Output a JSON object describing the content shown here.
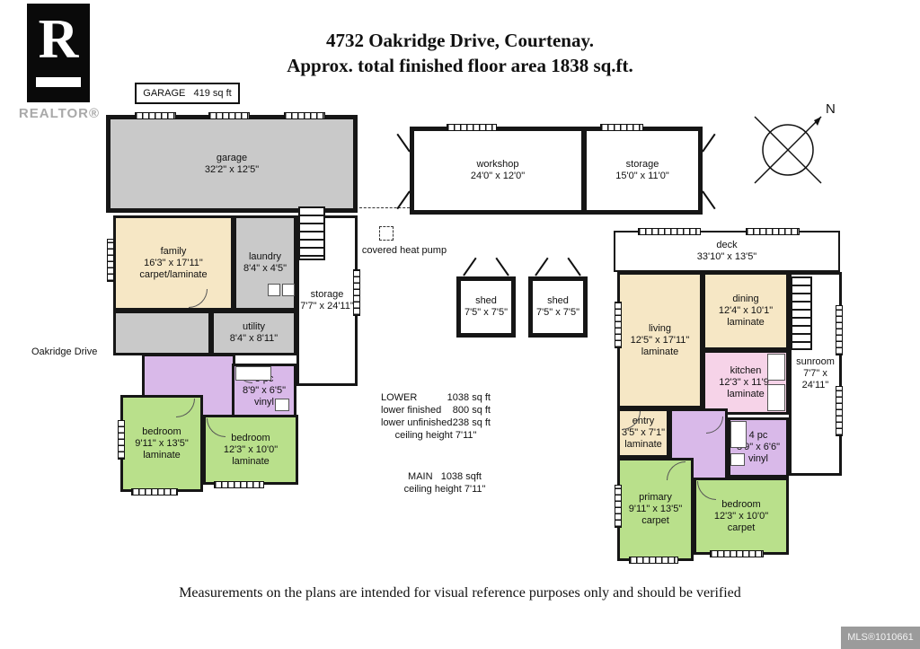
{
  "header": {
    "title_line1": "4732 Oakridge Drive, Courtenay.",
    "title_line2": "Approx. total finished floor area 1838 sq.ft.",
    "garage_badge": "GARAGE   419 sq ft",
    "logo_letter": "R",
    "logo_word": "REALTOR®",
    "compass_n": "N"
  },
  "labels": {
    "street": "Oakridge Drive",
    "heat_pump": "covered heat pump"
  },
  "lower_floor": {
    "garage": {
      "name": "garage",
      "dims": "32'2\" x 12'5\""
    },
    "family": {
      "name": "family",
      "dims": "16'3\" x 17'11\"",
      "floor": "carpet/laminate"
    },
    "laundry": {
      "name": "laundry",
      "dims": "8'4\" x 4'5\""
    },
    "storage": {
      "name": "storage",
      "dims": "7'7\" x 24'11\""
    },
    "utility": {
      "name": "utility",
      "dims": "8'4\" x 8'11\""
    },
    "bath_3pc": {
      "name": "3 pc",
      "dims": "8'9\" x 6'5\"",
      "floor": "vinyl"
    },
    "bedroom_a": {
      "name": "bedroom",
      "dims": "9'11\" x 13'5\"",
      "floor": "laminate"
    },
    "bedroom_b": {
      "name": "bedroom",
      "dims": "12'3\" x 10'0\"",
      "floor": "laminate"
    }
  },
  "outbuildings": {
    "workshop": {
      "name": "workshop",
      "dims": "24'0\" x 12'0\""
    },
    "storage": {
      "name": "storage",
      "dims": "15'0\" x 11'0\""
    },
    "shed_a": {
      "name": "shed",
      "dims": "7'5\" x 7'5\""
    },
    "shed_b": {
      "name": "shed",
      "dims": "7'5\" x 7'5\""
    }
  },
  "main_floor": {
    "deck": {
      "name": "deck",
      "dims": "33'10\" x 13'5\""
    },
    "living": {
      "name": "living",
      "dims": "12'5\" x 17'11\"",
      "floor": "laminate"
    },
    "dining": {
      "name": "dining",
      "dims": "12'4\" x 10'1\"",
      "floor": "laminate"
    },
    "kitchen": {
      "name": "kitchen",
      "dims": "12'3\" x 11'9\"",
      "floor": "laminate"
    },
    "sunroom": {
      "name": "sunroom",
      "dims": "7'7\" x 24'11\""
    },
    "entry": {
      "name": "entry",
      "dims": "3'5\" x 7'1\"",
      "floor": "laminate"
    },
    "bath_4pc": {
      "name": "4 pc",
      "dims": "8'9\" x 6'6\"",
      "floor": "vinyl"
    },
    "primary": {
      "name": "primary",
      "dims": "9'11\" x 13'5\"",
      "floor": "carpet"
    },
    "bedroom": {
      "name": "bedroom",
      "dims": "12'3\" x 10'0\"",
      "floor": "carpet"
    }
  },
  "area_summary": {
    "lower_rows": [
      {
        "label": "LOWER",
        "value": "1038 sq ft"
      },
      {
        "label": "lower finished",
        "value": "800 sq ft"
      },
      {
        "label": "lower unfinished",
        "value": "238 sq ft"
      }
    ],
    "lower_ceiling": "ceiling height 7'11\"",
    "main_title": "MAIN   1038 sqft",
    "main_ceiling": "ceiling height 7'11\""
  },
  "footer": {
    "disclaimer": "Measurements on the plans are intended for visual reference purposes only and should be verified",
    "mls": "MLS®1010661"
  },
  "colors": {
    "wall": "#161616",
    "garage_fill": "#c9c9c9",
    "living_fill": "#f6e7c5",
    "bedroom_fill": "#b9e08b",
    "bath_fill": "#d9b9e9",
    "kitchen_fill": "#f6d3e8",
    "mls_bg": "#9b9b9b"
  }
}
